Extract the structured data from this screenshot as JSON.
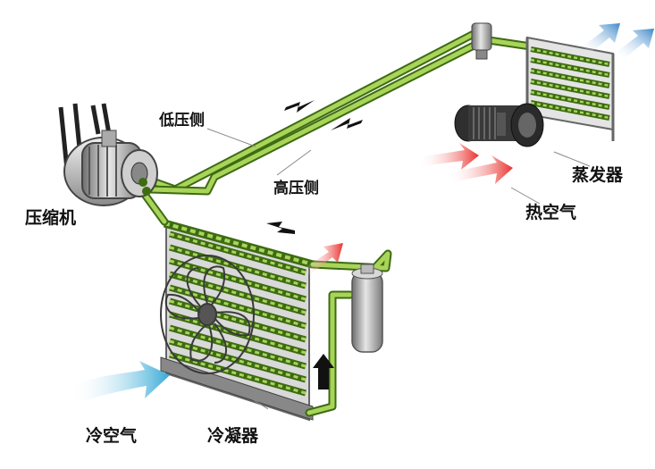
{
  "labels": {
    "compressor": "压缩机",
    "low_side": "低压侧",
    "high_side": "高压侧",
    "evaporator": "蒸发器",
    "hot_air": "热空气",
    "cold_air": "冷空气",
    "condenser": "冷凝器"
  },
  "colors": {
    "pipe_green": "#8bbf3a",
    "pipe_dark": "#3d6b12",
    "hot_arrow": "#e8312c",
    "cold_arrow": "#3aaed8",
    "outflow_arrow": "#3a86c8",
    "metal": "#9a9a9a"
  },
  "icons": {
    "flow_direction": "black-arrow",
    "compressor": "compressor-unit",
    "blower": "blower-fan",
    "receiver": "receiver-drier",
    "fan": "condenser-fan"
  }
}
